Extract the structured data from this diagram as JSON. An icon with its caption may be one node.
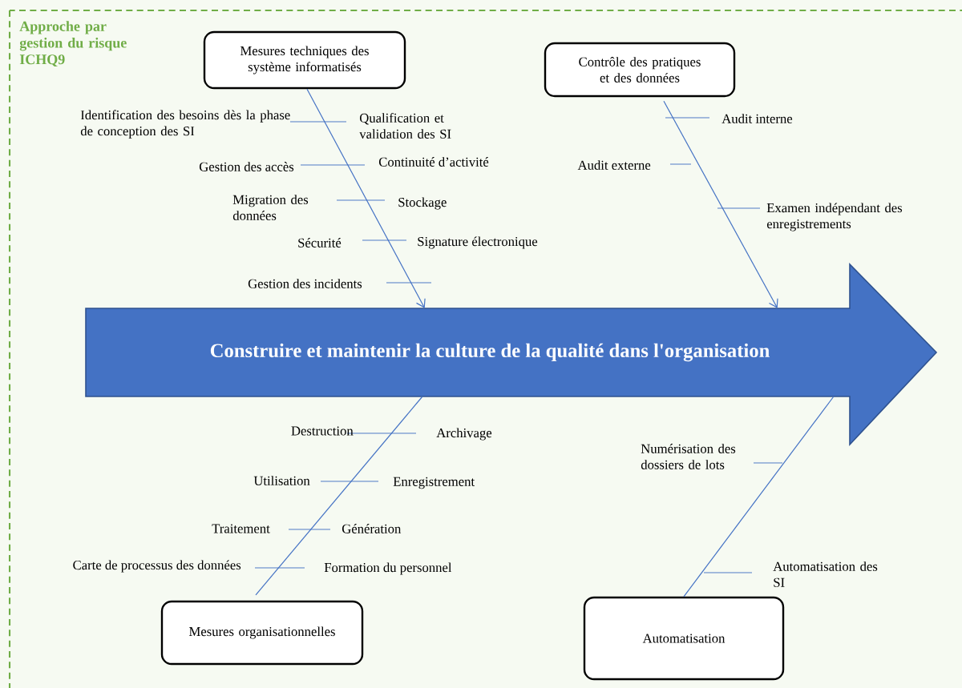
{
  "diagram": {
    "nodes": [
      {
        "text": [
          "Mesures techniques des système informatisés"
        ]
      },
      {
        "text": [
          "Contrôle des pratiques et des données"
        ]
      },
      {
        "text": [
          "Construire et maintenir la culture de la qualité dans l'organisation"
        ]
      },
      {
        "text": [
          "Mesures organisationnelles"
        ]
      },
      {
        "text": [
          "Automatisation"
        ]
      }
    ],
    "edges": [
      {
        "from": 0,
        "to": 2,
        "arrow": "to"
      },
      {
        "from": 1,
        "to": 2,
        "arrow": "to"
      },
      {
        "from": 3,
        "to": 2,
        "arrow": "none"
      },
      {
        "from": 4,
        "to": 2,
        "arrow": "none"
      }
    ],
    "labels": [
      "Approche par gestion du risque ICHQ9",
      "Identification des besoins dès la phase de conception des SI",
      "Qualification et validation des SI",
      "Gestion des accès",
      "Continuité d’activité",
      "Migration des données",
      "Stockage",
      "Sécurité",
      "Signature électronique",
      "Gestion des incidents",
      "Audit interne",
      "Audit externe",
      "Examen indépendant des enregistrements",
      "Destruction",
      "Archivage",
      "Utilisation",
      "Enregistrement",
      "Traitement",
      "Génération",
      "Carte de processus des données",
      "Formation du personnel",
      "Numérisation des dossiers de lots",
      "Automatisation des SI"
    ]
  }
}
